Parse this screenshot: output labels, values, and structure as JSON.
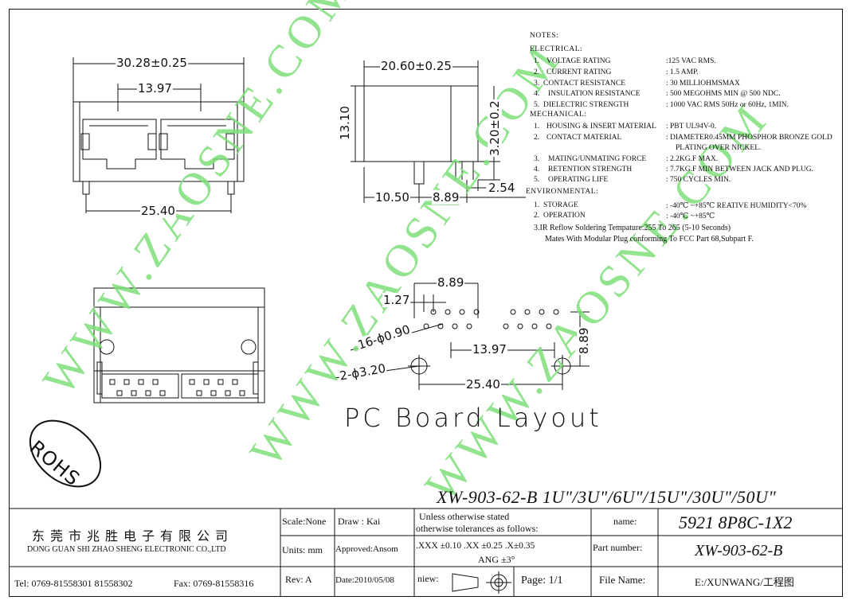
{
  "views": {
    "front": {
      "width_dim": "30.28±0.25",
      "port_pitch_dim": "13.97",
      "pin_span_dim": "25.40"
    },
    "side": {
      "depth_dim": "20.60±0.25",
      "height_dim": "13.10",
      "pin_length_dim": "3.20±0.2",
      "offset_dim": "10.50",
      "pin_pitch_dim": "8.89",
      "tail_dim": "2.54"
    },
    "pcb": {
      "title": "PC Board Layout",
      "row_pitch_dim": "8.89",
      "pin_pitch_dim": "1.27",
      "hole_dim": "16-ϕ0.90",
      "peg_dim": "2-ϕ3.20",
      "port_pitch_dim": "13.97",
      "peg_span_dim": "25.40",
      "vertical_dim": "8.89"
    }
  },
  "notes": {
    "title": "NOTES:",
    "electrical": {
      "heading": "ELECTRICAL:",
      "items": [
        {
          "n": "1.",
          "label": "VOLTAGE RATING",
          "value": ":125 VAC RMS."
        },
        {
          "n": "2.",
          "label": "CURRENT RATING",
          "value": ": 1.5 AMP."
        },
        {
          "n": "3.",
          "label": "CONTACT RESISTANCE",
          "value": ": 30 MILLIOHMSMAX"
        },
        {
          "n": "4.",
          "label": "INSULATION RESISTANCE",
          "value": ": 500 MEGOHMS MIN @ 500  NDC."
        },
        {
          "n": "5.",
          "label": "DIELECTRIC STRENGTH",
          "value": ": 1000 VAC RMS 50Hz  or 60Hz, 1MIN."
        }
      ]
    },
    "mechanical": {
      "heading": "MECHANICAL:",
      "items": [
        {
          "n": "1.",
          "label": "HOUSING & INSERT MATERIAL",
          "value": ": PBT UL94V-0."
        },
        {
          "n": "2.",
          "label": "CONTACT MATERIAL",
          "value": ": DIAMETER0.45MM PHOSPHOR BRONZE GOLD",
          "value2": "PLATING OVER NICKEL."
        },
        {
          "n": "3.",
          "label": "MATING/UNMATING FORCE",
          "value": ": 2.2KG.F MAX."
        },
        {
          "n": "4.",
          "label": "RETENTION STRENGTH",
          "value": ": 7.7KG.F MIN BETWEEN JACK AND PLUG."
        },
        {
          "n": "5.",
          "label": "OPERATING LIFE",
          "value": ":  750 CYCLES MIN."
        }
      ]
    },
    "environmental": {
      "heading": "ENVIRONMENTAL:",
      "items": [
        {
          "n": "1.",
          "label": "STORAGE",
          "value": ": -40℃ ~+85℃ REATIVE HUMIDITY<70%"
        },
        {
          "n": "2.",
          "label": "OPERATION",
          "value": ": -40℃ ~+85℃"
        }
      ],
      "reflow": "3.IR Reflow Soldering Tempature:255 To 265 (5-10 Seconds)",
      "mates": "Mates With Modular Plug conforming To FCC Part 68,Subpart F."
    }
  },
  "rohs": "ROHS",
  "model_line": "XW-903-62-B 1U\"/3U\"/6U\"/15U\"/30U\"/50U\"",
  "title_block": {
    "company_cn": "东莞市兆胜电子有限公司",
    "company_en": "DONG GUAN SHI ZHAO SHENG ELECTRONIC CO.,LTD",
    "tel": "Tel: 0769-81558301 81558302",
    "fax": "Fax: 0769-81558316",
    "scale": "Scale:None",
    "draw": "Draw  :   Kai",
    "units": "Units: mm",
    "approved": "Approved:Ansom",
    "rev": "Rev: A",
    "date": "Date:2010/05/08",
    "tol_line1": "Unless otherwise stated",
    "tol_line2": "otherwise tolerances as follows:",
    "tol_line3": ".XXX ±0.10 .XX ±0.25 .X±0.35",
    "tol_line4": "ANG ±3°",
    "view_label": "niew:",
    "page": "Page: 1/1",
    "name_label": "name:",
    "name_value": "5921 8P8C-1X2",
    "part_label": "Part number:",
    "part_value": "XW-903-62-B",
    "file_label": "File Name:",
    "file_value": "E:/XUNWANG/工程图"
  },
  "watermark": "WWW.ZAOSNE.COM",
  "colors": {
    "watermark": "#7ee07a",
    "line": "#111111"
  }
}
